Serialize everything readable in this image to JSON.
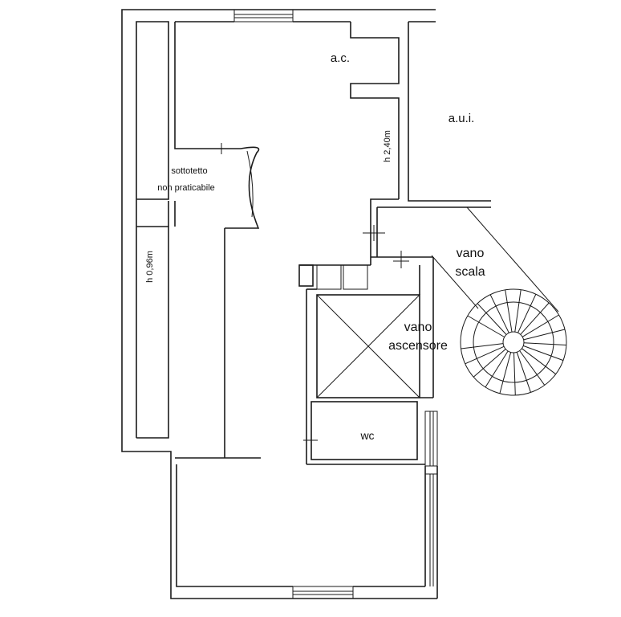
{
  "labels": {
    "ac": "a.c.",
    "aui": "a.u.i.",
    "sottotetto_1": "sottotetto",
    "sottotetto_2": "non praticabile",
    "h_240": "h 2,40m",
    "h_096": "h 0,96m",
    "vano_scala_1": "vano",
    "vano_scala_2": "scala",
    "vano_ascensore_1": "vano",
    "vano_ascensore_2": "ascensore",
    "wc": "wc"
  }
}
